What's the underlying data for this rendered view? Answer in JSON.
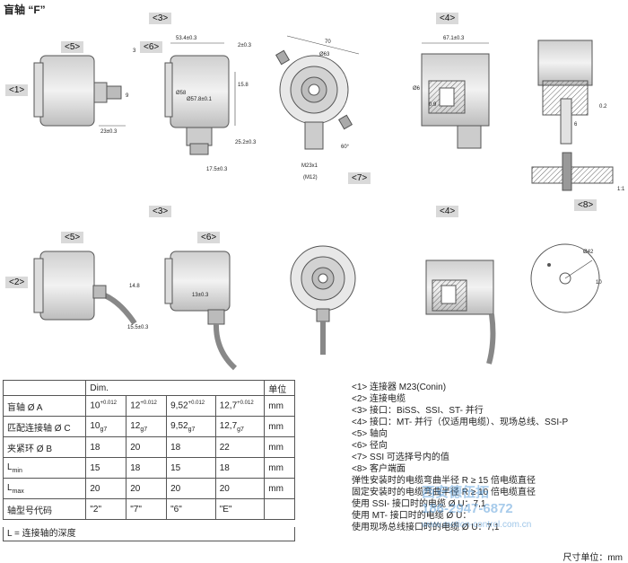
{
  "page_title": "盲轴 “F”",
  "view_tags": {
    "v3_top": "<3>",
    "v4_top": "<4>",
    "v5_top": "<5>",
    "v6_top": "<6>",
    "v1": "<1>",
    "v7": "<7>",
    "v8": "<8>",
    "v3_bottom": "<3>",
    "v4_bottom": "<4>",
    "v5_bottom": "<5>",
    "v6_bottom": "<6>",
    "v2": "<2>"
  },
  "dimensions": {
    "d53": "53.4±0.3",
    "d2": "2±0.3",
    "d158": "15.8",
    "d252": "25.2±0.3",
    "d175": "17.5±0.3",
    "d58": "Ø58",
    "d57": "Ø57.8±0.1",
    "d23": "23±0.3",
    "d9": "9",
    "d3": "3",
    "d70": "70",
    "d63": "Ø63",
    "d60": "60°",
    "dM23": "M23x1",
    "dM12": "(M12)",
    "d675": "67.1±0.3",
    "d6": "Ø6",
    "d09": "0.9",
    "d6b": "6",
    "d02": "0.2",
    "d14": "14.8",
    "d155": "15.5±0.3",
    "d13": "13±0.3",
    "d42": "Ø42",
    "d10": "10",
    "d11": "1:1"
  },
  "table": {
    "header": {
      "dim": "Dim.",
      "unit": "单位"
    },
    "rows": [
      {
        "label": "盲轴 Ø A",
        "v1": "10",
        "t1": "+0.012",
        "v2": "12",
        "t2": "+0.012",
        "v3": "9,52",
        "t3": "+0.012",
        "v4": "12,7",
        "t4": "+0.012",
        "unit": "mm"
      },
      {
        "label": "匹配连接轴 Ø C",
        "v1": "10",
        "t1": "g7",
        "v2": "12",
        "t2": "g7",
        "v3": "9,52",
        "t3": "g7",
        "v4": "12,7",
        "t4": "g7",
        "unit": "mm"
      },
      {
        "label": "夹紧环 Ø B",
        "v1": "18",
        "v2": "20",
        "v3": "18",
        "v4": "22",
        "unit": "mm"
      },
      {
        "label": "L",
        "sub": "min",
        "v1": "15",
        "v2": "18",
        "v3": "15",
        "v4": "18",
        "unit": "mm"
      },
      {
        "label": "L",
        "sub": "max",
        "v1": "20",
        "v2": "20",
        "v3": "20",
        "v4": "20",
        "unit": "mm"
      },
      {
        "label": "轴型号代码",
        "v1": "\"2\"",
        "v2": "\"7\"",
        "v3": "\"6\"",
        "v4": "\"E\"",
        "unit": ""
      }
    ],
    "footnote": "L = 连接轴的深度"
  },
  "legend": [
    "<1> 连接器 M23(Conin)",
    "<2> 连接电缆",
    "<3> 接口：BiSS、SSI、ST- 并行",
    "<4> 接口：MT- 并行（仅适用电缆）、现场总线、SSI-P",
    "<5> 轴向",
    "<6> 径向",
    "<7> SSI 可选择号内的值",
    "<8> 客户端面",
    "弹性安装时的电缆弯曲半径 R ≥ 15 倍电缆直径",
    "固定安装时的电缆弯曲半径 R ≥ 10 倍电缆直径",
    "使用 SSI- 接口时的电缆 Ø U：7,1",
    "使用 MT- 接口时的电缆 Ø U：",
    "使用现场总线接口时的电缆 Ø U：7,1"
  ],
  "unit_note": "尺寸单位：mm",
  "watermark": {
    "line1": "西安德伍拓",
    "line2": "186-2947-6872",
    "url": "www.motion-control.com.cn"
  }
}
